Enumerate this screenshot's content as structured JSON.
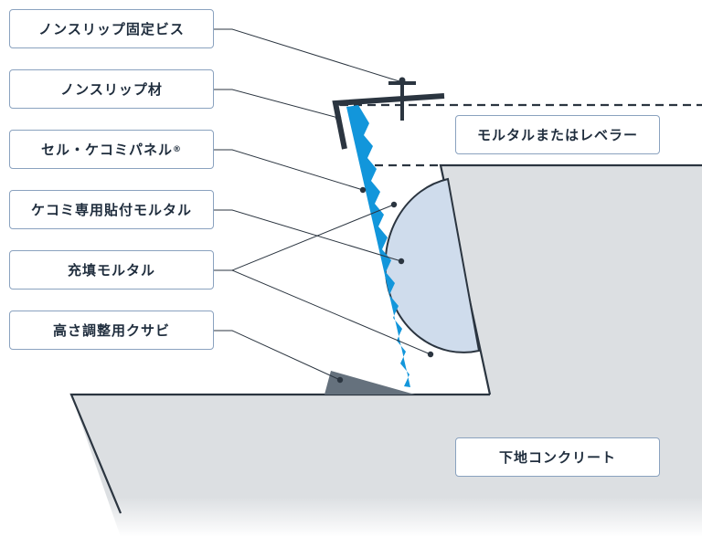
{
  "colors": {
    "concrete": "#dcdfe2",
    "outline": "#2b3540",
    "panel": "#1296db",
    "mortar_bead": "#cfdcec",
    "wedge": "#65717d",
    "leader": "#2b3540",
    "label_border": "#8aa2bf"
  },
  "labels": {
    "nonslip_screw": "ノンスリップ固定ビス",
    "nonslip_material": "ノンスリップ材",
    "panel_main": "セル・ケコミパネル",
    "panel_mark": "®",
    "adhesive_mortar": "ケコミ専用貼付モルタル",
    "filling_mortar": "充填モルタル",
    "shim": "高さ調整用クサビ",
    "mortar_or_leveler": "モルタルまたはレベラー",
    "base_concrete": "下地コンクリート"
  }
}
